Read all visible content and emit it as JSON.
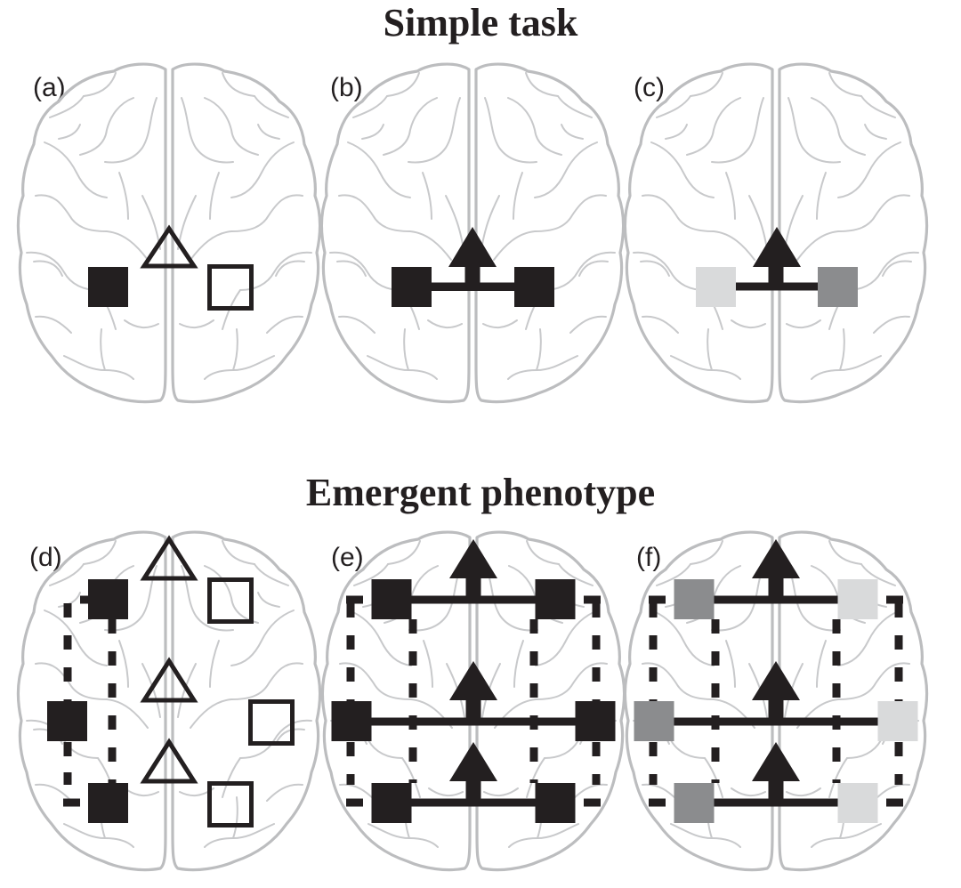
{
  "figure": {
    "rows": [
      {
        "title": "Simple task",
        "panels": [
          {
            "label": "(a)",
            "nodes": [
              {
                "shape": "square",
                "style": "filled",
                "fill": "#231f20",
                "pos": "left-lower"
              },
              {
                "shape": "triangle",
                "style": "outline",
                "pos": "center"
              },
              {
                "shape": "square",
                "style": "outline",
                "pos": "right-lower"
              }
            ],
            "connections": "none"
          },
          {
            "label": "(b)",
            "nodes": [
              {
                "shape": "square",
                "style": "filled",
                "fill": "#231f20",
                "pos": "left"
              },
              {
                "shape": "triangle-arrow",
                "style": "filled",
                "pos": "center"
              },
              {
                "shape": "square",
                "style": "filled",
                "fill": "#231f20",
                "pos": "right"
              }
            ],
            "connections": "solid-converging"
          },
          {
            "label": "(c)",
            "nodes": [
              {
                "shape": "square",
                "style": "filled",
                "fill": "#d9dadb",
                "pos": "left"
              },
              {
                "shape": "triangle-arrow",
                "style": "filled",
                "pos": "center"
              },
              {
                "shape": "square",
                "style": "filled",
                "fill": "#8b8c8e",
                "pos": "right"
              }
            ],
            "connections": "solid-converging"
          }
        ]
      },
      {
        "title": "Emergent phenotype",
        "panels": [
          {
            "label": "(d)",
            "left_fill": "#231f20",
            "right_fill": "outline",
            "triangles": "outline",
            "solid_links": false,
            "dashed_links": "left-only"
          },
          {
            "label": "(e)",
            "left_fill": "#231f20",
            "right_fill": "#231f20",
            "triangles": "filled",
            "solid_links": true,
            "dashed_links": "both"
          },
          {
            "label": "(f)",
            "left_fill": "#8b8c8e",
            "right_fill": "#d9dadb",
            "triangles": "filled",
            "solid_links": true,
            "dashed_links": "both"
          }
        ]
      }
    ]
  },
  "colors": {
    "ink": "#231f20",
    "brain_outline": "#bcbdbf",
    "brain_fold": "#c8c9cb",
    "dark_grey": "#8b8c8e",
    "light_grey": "#d9dadb"
  }
}
